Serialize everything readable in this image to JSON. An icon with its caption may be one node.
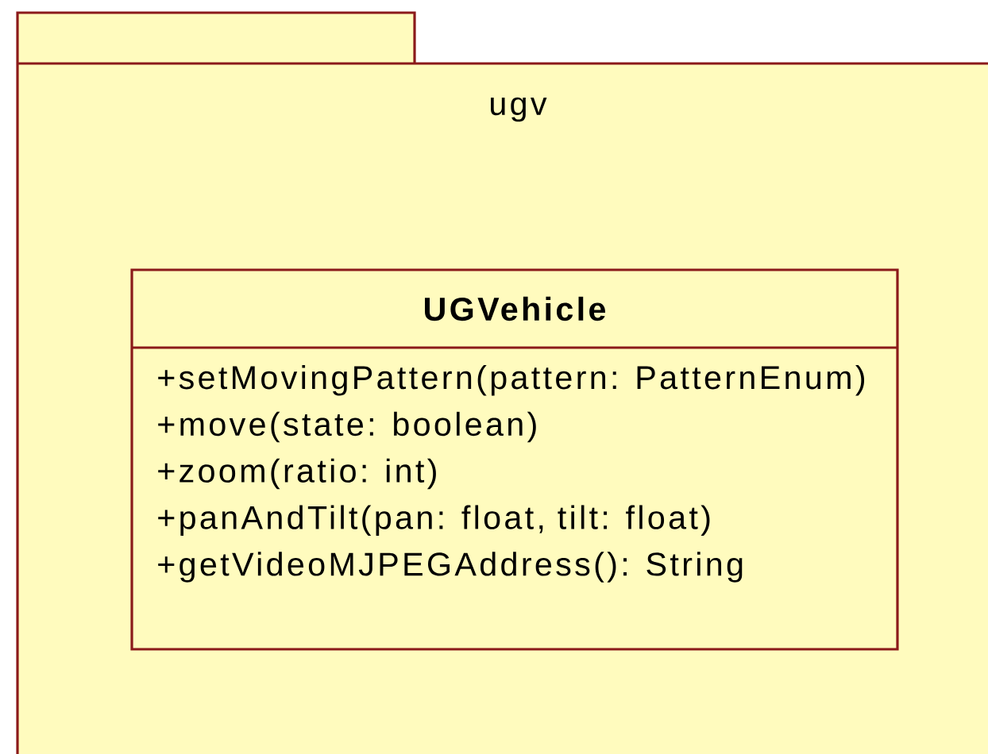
{
  "diagram": {
    "nodes": [
      {
        "text": [
          "ugv"
        ]
      },
      {
        "text": [
          "UGVehicle",
          "+setMovingPattern(pattern: PatternEnum)",
          "+move(state: boolean)",
          "+zoom(ratio: int)",
          "+panAndTilt(pan: float, tilt: float)",
          "+getVideoMJPEGAddress(): String"
        ],
        "in": 0
      }
    ]
  }
}
